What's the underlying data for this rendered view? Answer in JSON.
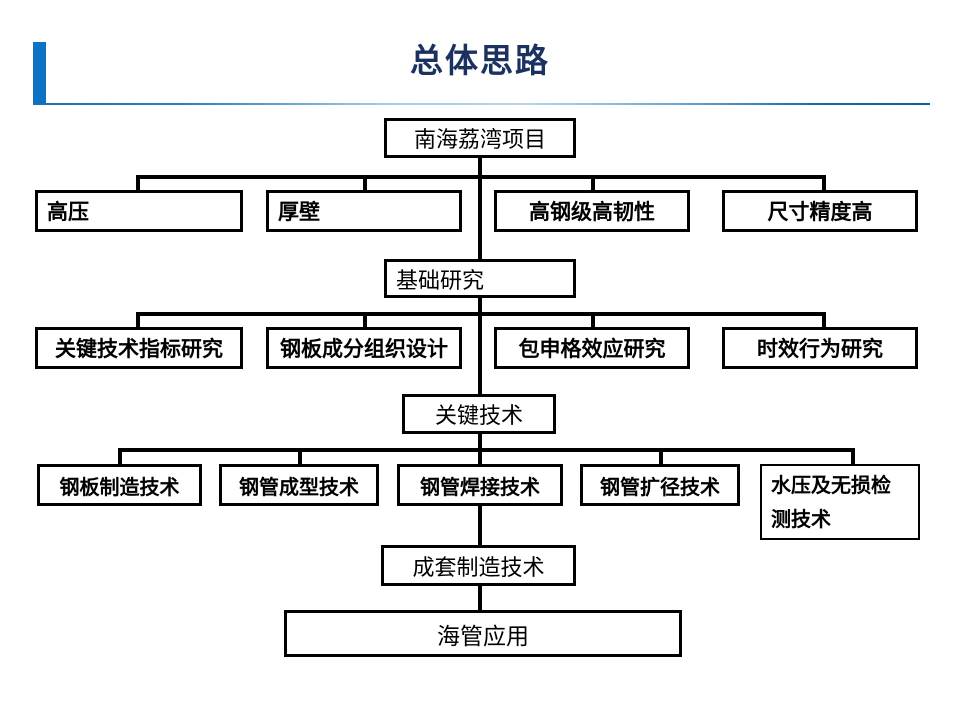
{
  "slide": {
    "title": "总体思路",
    "accent_color": "#0b72c4",
    "title_color": "#1b3260",
    "background": "#ffffff"
  },
  "chart_data": {
    "type": "diagram",
    "diagram_kind": "organization-tree",
    "title": "总体思路",
    "levels": [
      {
        "level": 0,
        "nodes": [
          {
            "id": "n0",
            "label": "南海荔湾项目",
            "bold": false,
            "align": "center"
          }
        ]
      },
      {
        "level": 1,
        "nodes": [
          {
            "id": "n1",
            "label": "高压",
            "bold": true,
            "align": "left"
          },
          {
            "id": "n2",
            "label": "厚壁",
            "bold": true,
            "align": "left"
          },
          {
            "id": "n3",
            "label": "高钢级高韧性",
            "bold": true,
            "align": "center"
          },
          {
            "id": "n4",
            "label": "尺寸精度高",
            "bold": true,
            "align": "center"
          }
        ]
      },
      {
        "level": 2,
        "nodes": [
          {
            "id": "n5",
            "label": "基础研究",
            "bold": false,
            "align": "left"
          }
        ]
      },
      {
        "level": 3,
        "nodes": [
          {
            "id": "n6",
            "label": "关键技术指标研究",
            "bold": true,
            "align": "center"
          },
          {
            "id": "n7",
            "label": "钢板成分组织设计",
            "bold": true,
            "align": "center"
          },
          {
            "id": "n8",
            "label": "包申格效应研究",
            "bold": true,
            "align": "center"
          },
          {
            "id": "n9",
            "label": "时效行为研究",
            "bold": true,
            "align": "center"
          }
        ]
      },
      {
        "level": 4,
        "nodes": [
          {
            "id": "n10",
            "label": "关键技术",
            "bold": false,
            "align": "center"
          }
        ]
      },
      {
        "level": 5,
        "nodes": [
          {
            "id": "n11",
            "label": "钢板制造技术",
            "bold": true,
            "align": "center"
          },
          {
            "id": "n12",
            "label": "钢管成型技术",
            "bold": true,
            "align": "center"
          },
          {
            "id": "n13",
            "label": "钢管焊接技术",
            "bold": true,
            "align": "center"
          },
          {
            "id": "n14",
            "label": "钢管扩径技术",
            "bold": true,
            "align": "center"
          },
          {
            "id": "n15",
            "label": "水压及无损检\n测技术",
            "bold": true,
            "align": "left"
          }
        ]
      },
      {
        "level": 6,
        "nodes": [
          {
            "id": "n16",
            "label": "成套制造技术",
            "bold": false,
            "align": "center"
          }
        ]
      },
      {
        "level": 7,
        "nodes": [
          {
            "id": "n17",
            "label": "海管应用",
            "bold": false,
            "align": "center"
          }
        ]
      }
    ],
    "edges": [
      {
        "from": "n0",
        "to": "n1"
      },
      {
        "from": "n0",
        "to": "n2"
      },
      {
        "from": "n0",
        "to": "n3"
      },
      {
        "from": "n0",
        "to": "n4"
      },
      {
        "from": "n0",
        "to": "n5"
      },
      {
        "from": "n5",
        "to": "n6"
      },
      {
        "from": "n5",
        "to": "n7"
      },
      {
        "from": "n5",
        "to": "n8"
      },
      {
        "from": "n5",
        "to": "n9"
      },
      {
        "from": "n5",
        "to": "n10"
      },
      {
        "from": "n10",
        "to": "n11"
      },
      {
        "from": "n10",
        "to": "n12"
      },
      {
        "from": "n10",
        "to": "n13"
      },
      {
        "from": "n10",
        "to": "n14"
      },
      {
        "from": "n10",
        "to": "n15"
      },
      {
        "from": "n13",
        "to": "n16"
      },
      {
        "from": "n16",
        "to": "n17"
      }
    ]
  }
}
